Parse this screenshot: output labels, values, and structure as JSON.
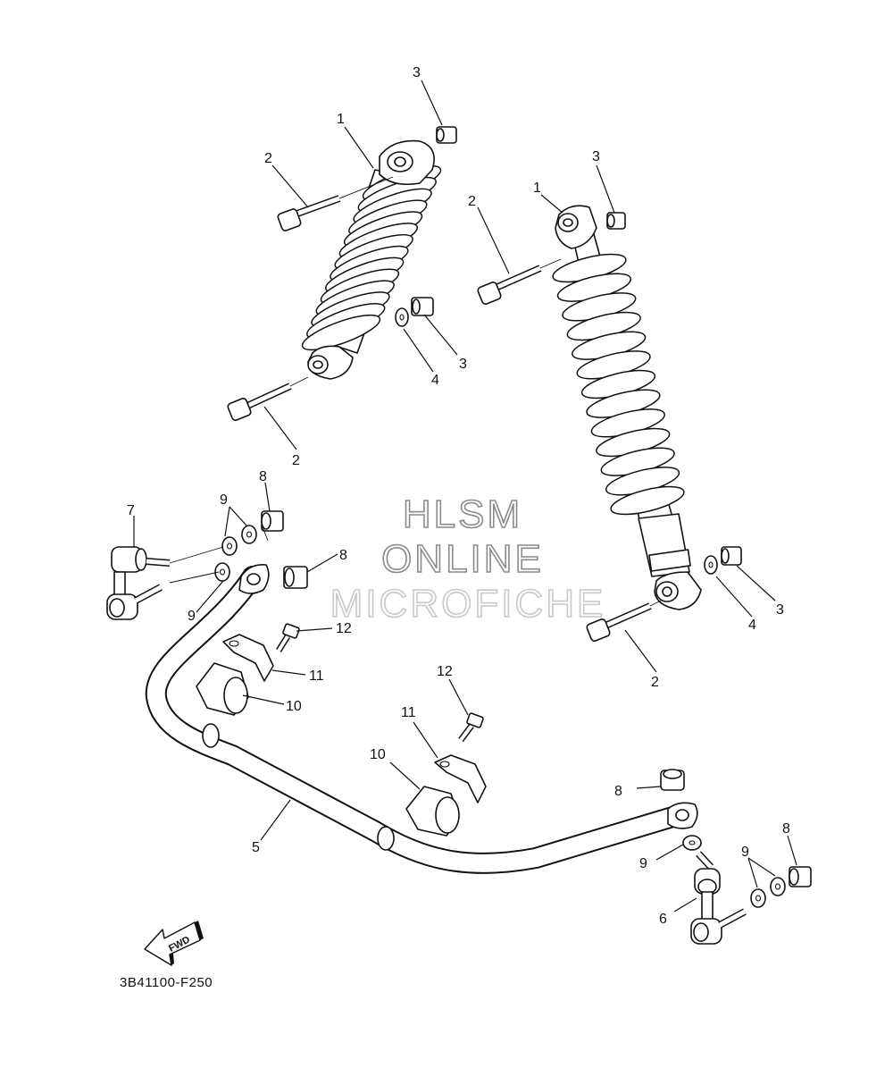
{
  "watermark": {
    "line1": "HLSM",
    "line2": "ONLINE",
    "line3": "MICROFICHE",
    "stroke_dark": "#8a8a8a",
    "stroke_light": "#c8c8c8"
  },
  "direction_badge": {
    "label": "FWD",
    "icon": "forward-arrow-icon"
  },
  "figure_code": "3B41100-F250",
  "callouts": [
    {
      "id": "c1a",
      "text": "1"
    },
    {
      "id": "c2a",
      "text": "2"
    },
    {
      "id": "c3a",
      "text": "3"
    },
    {
      "id": "c3b",
      "text": "3"
    },
    {
      "id": "c4a",
      "text": "4"
    },
    {
      "id": "c2b",
      "text": "2"
    },
    {
      "id": "c3c",
      "text": "3"
    },
    {
      "id": "c1b",
      "text": "1"
    },
    {
      "id": "c2c",
      "text": "2"
    },
    {
      "id": "c3d",
      "text": "3"
    },
    {
      "id": "c4b",
      "text": "4"
    },
    {
      "id": "c2d",
      "text": "2"
    },
    {
      "id": "c8a",
      "text": "8"
    },
    {
      "id": "c9a",
      "text": "9"
    },
    {
      "id": "c7",
      "text": "7"
    },
    {
      "id": "c8b",
      "text": "8"
    },
    {
      "id": "c9b",
      "text": "9"
    },
    {
      "id": "c12a",
      "text": "12"
    },
    {
      "id": "c11a",
      "text": "11"
    },
    {
      "id": "c10a",
      "text": "10"
    },
    {
      "id": "c12b",
      "text": "12"
    },
    {
      "id": "c11b",
      "text": "11"
    },
    {
      "id": "c10b",
      "text": "10"
    },
    {
      "id": "c5",
      "text": "5"
    },
    {
      "id": "c8c",
      "text": "8"
    },
    {
      "id": "c9c",
      "text": "9"
    },
    {
      "id": "c6",
      "text": "6"
    },
    {
      "id": "c9d",
      "text": "9"
    },
    {
      "id": "c8d",
      "text": "8"
    }
  ]
}
